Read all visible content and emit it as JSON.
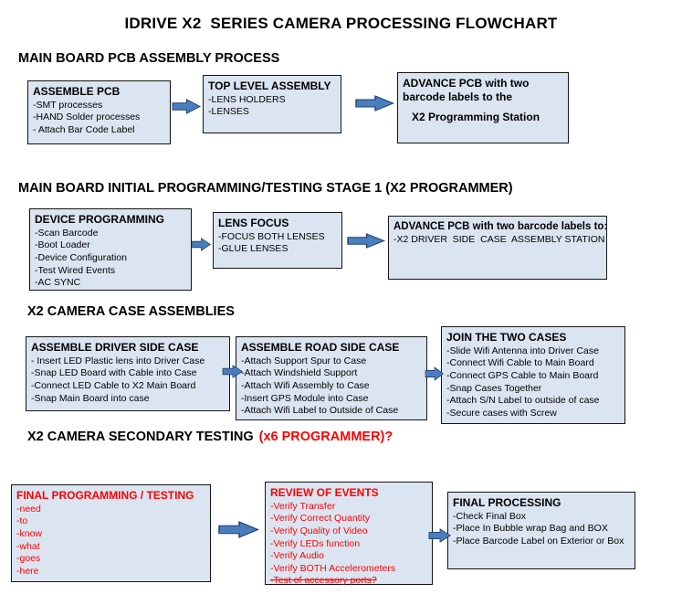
{
  "title": "IDRIVE X2  SERIES CAMERA PROCESSING FLOWCHART",
  "colors": {
    "box_fill": "#dbe5f1",
    "box_border": "#141414",
    "arrow_fill": "#4a7ebb",
    "arrow_outline": "#1f3f77",
    "accent_red": "#ff0000"
  },
  "sections": [
    {
      "heading": "MAIN BOARD PCB ASSEMBLY PROCESS",
      "boxes": [
        {
          "title": "ASSEMBLE PCB",
          "items": [
            "-SMT processes",
            "-HAND Solder processes",
            "- Attach Bar Code Label"
          ]
        },
        {
          "title": "TOP LEVEL ASSEMBLY",
          "items": [
            "-LENS HOLDERS",
            "-LENSES"
          ]
        },
        {
          "title": "ADVANCE PCB with two barcode labels to the",
          "subtitle": "X2 Programming Station",
          "items": []
        }
      ]
    },
    {
      "heading": "MAIN BOARD INITIAL PROGRAMMING/TESTING STAGE 1 (X2 PROGRAMMER)",
      "boxes": [
        {
          "title": "DEVICE PROGRAMMING",
          "items": [
            "-Scan Barcode",
            "-Boot Loader",
            "-Device Configuration",
            "-Test Wired Events",
            "-AC SYNC"
          ]
        },
        {
          "title": "LENS FOCUS",
          "items": [
            "-FOCUS BOTH LENSES",
            "-GLUE LENSES"
          ]
        },
        {
          "title": "ADVANCE PCB with two barcode labels to:",
          "items": [
            "-X2 DRIVER  SIDE  CASE  ASSEMBLY STATION"
          ]
        }
      ]
    },
    {
      "heading": "X2 CAMERA CASE ASSEMBLIES",
      "boxes": [
        {
          "title": "ASSEMBLE DRIVER SIDE CASE",
          "items": [
            "- Insert LED Plastic lens into Driver Case",
            "-Snap LED Board with Cable into Case",
            "-Connect LED Cable to X2 Main Board",
            "-Snap Main Board into case"
          ]
        },
        {
          "title": "ASSEMBLE ROAD SIDE CASE",
          "items": [
            "-Attach Support Spur to Case",
            "-Attach Windshield Support",
            "-Attach Wifi Assembly to Case",
            "-Insert GPS Module into Case",
            "-Attach Wifi Label to Outside of Case"
          ]
        },
        {
          "title": "JOIN THE TWO CASES",
          "items": [
            "-Slide Wifi Antenna into Driver Case",
            "-Connect Wifi Cable to Main Board",
            "-Connect GPS Cable to Main Board",
            "-Snap Cases Together",
            "-Attach S/N Label to outside of case",
            "-Secure cases with Screw"
          ]
        }
      ]
    },
    {
      "heading": "X2 CAMERA SECONDARY TESTING",
      "heading_accent": "(x6 PROGRAMMER)?",
      "boxes": [
        {
          "title": "FINAL PROGRAMMING / TESTING",
          "items": [
            "-need",
            "-to",
            "-know",
            "-what",
            "-goes",
            "-here"
          ]
        },
        {
          "title": "REVIEW OF EVENTS",
          "items": [
            "-Verify Transfer",
            "-Verify Correct Quantity",
            "-Verify Quality of Video",
            "-Verify LEDs function",
            "-Verify Audio",
            "-Verify BOTH Accelerometers",
            "-Test of accessory ports?"
          ]
        },
        {
          "title": "FINAL PROCESSING",
          "items": [
            "-Check Final Box",
            "-Place In Bubble wrap Bag and BOX",
            "-Place Barcode Label on Exterior or Box"
          ]
        }
      ]
    }
  ]
}
